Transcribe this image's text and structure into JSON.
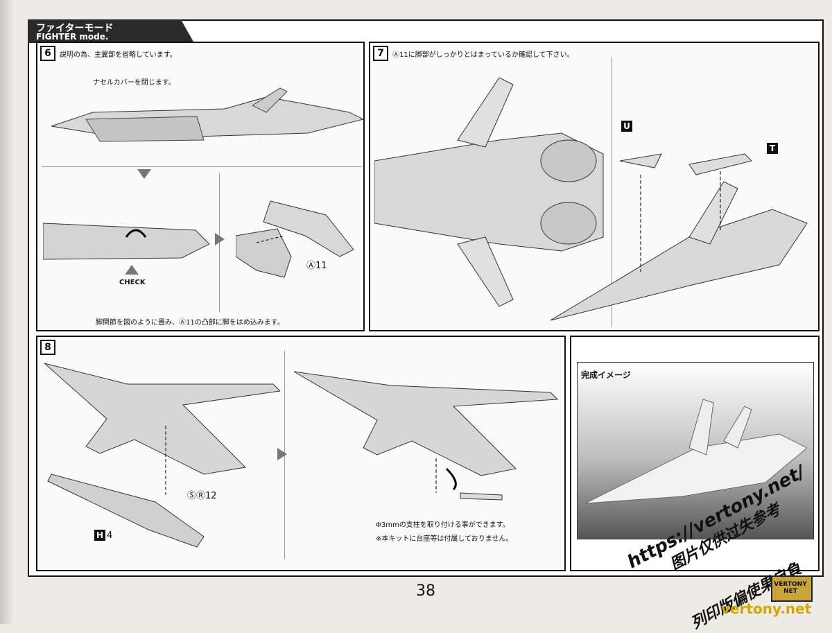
{
  "header": {
    "title_jp": "ファイターモード",
    "title_en": "FIGHTER mode."
  },
  "step6": {
    "num": "6",
    "note": "説明の為、主翼部を省略しています。",
    "nacelle": "ナセルカバーを閉じます。",
    "check": "CHECK",
    "part": "Ⓐ11",
    "instruction": "脚関節を図のように畳み、Ⓐ11の凸部に脚をはめ込みます。"
  },
  "step7": {
    "num": "7",
    "instruction": "Ⓐ11に脚部がしっかりとはまっているか確認して下さい。",
    "part_u": "U",
    "part_t": "T"
  },
  "step8": {
    "num": "8",
    "part_sr": "ⓈⓇ12",
    "part_h": "H",
    "part_h_num": "4",
    "stand_note": "Φ3mmの支柱を取り付ける事ができます。",
    "kit_note": "※本キットに台座等は付属しておりません。"
  },
  "complete": {
    "title": "完成イメージ"
  },
  "page_number": "38",
  "watermark": {
    "url": "https://vertony.net/",
    "cn": "图片仅供过失参考",
    "cn2": "列印版偏使果自負",
    "logo": "VERTONY NET",
    "site": "vertony.net"
  }
}
